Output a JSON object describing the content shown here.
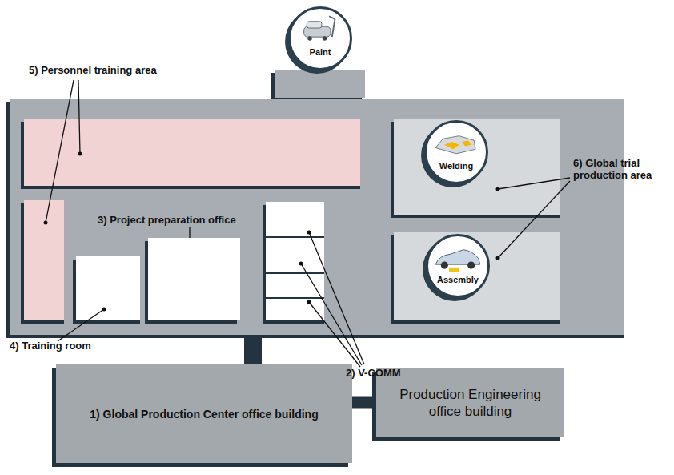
{
  "diagram": {
    "nodes": [
      {
        "text": [
          "Paint"
        ]
      },
      {
        "text": [
          "3) Project preparation office"
        ]
      },
      {
        "text": [
          "Welding"
        ]
      },
      {
        "text": [
          "Assembly"
        ]
      },
      {
        "text": [
          "1) Global Production Center office building"
        ]
      },
      {
        "text": [
          "Production Engineering office building"
        ]
      }
    ],
    "edges": [
      {
        "from": 4,
        "to": 5,
        "arrow": "none"
      }
    ],
    "labels": [
      "5) Personnel training area",
      "4) Training room",
      "2) V-COMM",
      "6) Global trial production area"
    ]
  }
}
